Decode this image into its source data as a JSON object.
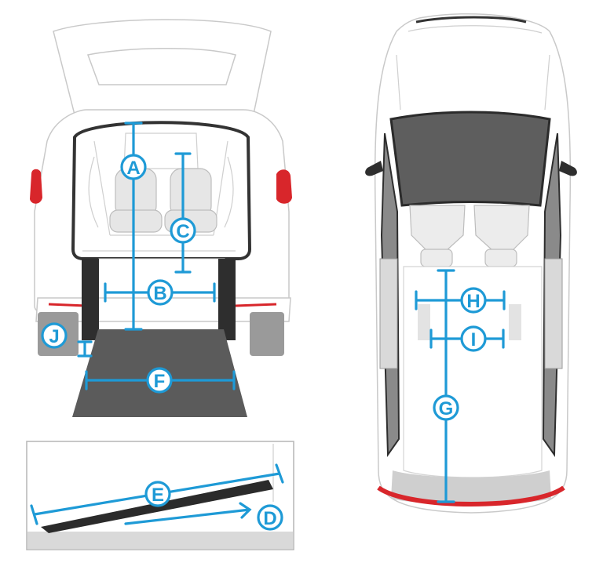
{
  "diagram": {
    "accent_color": "#1e9ad6",
    "ramp_color": "#5b5b5b",
    "floor_color": "#2b2b2b",
    "taillight_color": "#d8262b",
    "labels": {
      "a": "A",
      "b": "B",
      "c": "C",
      "d": "D",
      "e": "E",
      "f": "F",
      "g": "G",
      "h": "H",
      "i": "I",
      "j": "J"
    }
  }
}
